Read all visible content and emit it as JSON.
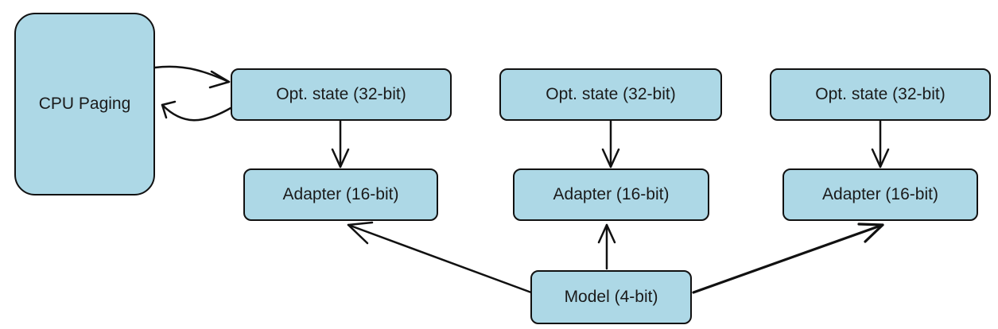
{
  "diagram": {
    "cpu_paging": "CPU Paging",
    "opt_state_1": "Opt. state (32-bit)",
    "opt_state_2": "Opt. state (32-bit)",
    "opt_state_3": "Opt. state (32-bit)",
    "adapter_1": "Adapter (16-bit)",
    "adapter_2": "Adapter (16-bit)",
    "adapter_3": "Adapter (16-bit)",
    "model": "Model (4-bit)"
  },
  "colors": {
    "node_fill": "#add8e6",
    "stroke": "#111111",
    "text": "#1a1a1a"
  }
}
